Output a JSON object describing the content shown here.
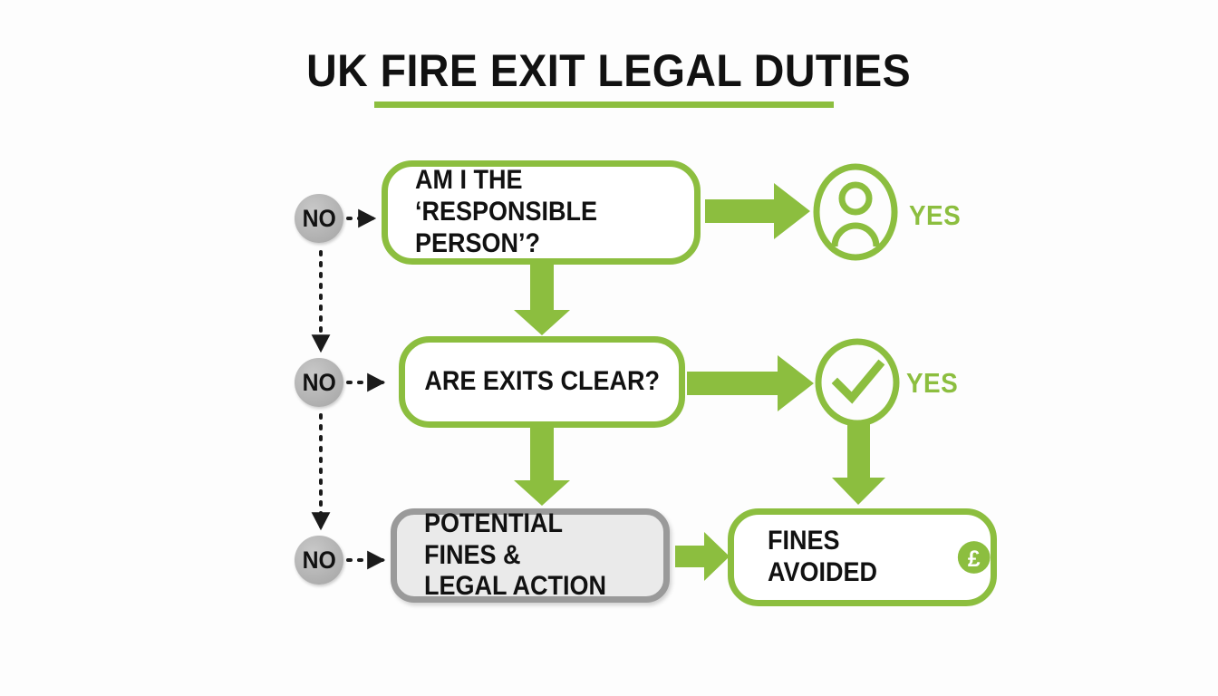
{
  "page": {
    "title": "UK FIRE EXIT LEGAL DUTIES",
    "accent_color": "#8CBE3F",
    "gray_color": "#9A9A9A",
    "text_color": "#111111",
    "background_color": "#FDFDFD"
  },
  "flowchart": {
    "type": "decision-flowchart",
    "nodes": {
      "decision_responsible": {
        "line1": "AM I THE",
        "line2": "‘RESPONSIBLE PERSON’?",
        "style": "green-outline"
      },
      "decision_exits": {
        "label": "ARE EXITS CLEAR?",
        "style": "green-outline"
      },
      "outcome_negative": {
        "line1": "POTENTIAL FINES &",
        "line2": "LEGAL ACTION",
        "style": "gray-filled"
      },
      "outcome_positive": {
        "label": "FINES AVOIDED",
        "badge_symbol": "£",
        "style": "green-outline"
      }
    },
    "no_branches": [
      {
        "label": "NO",
        "from": "decision_responsible"
      },
      {
        "label": "NO",
        "from": "decision_exits"
      },
      {
        "label": "NO",
        "to": "outcome_negative"
      }
    ],
    "yes_branches": [
      {
        "label": "YES",
        "icon": "person-icon",
        "from": "decision_responsible"
      },
      {
        "label": "YES",
        "icon": "check-circle-icon",
        "from": "decision_exits"
      }
    ]
  }
}
